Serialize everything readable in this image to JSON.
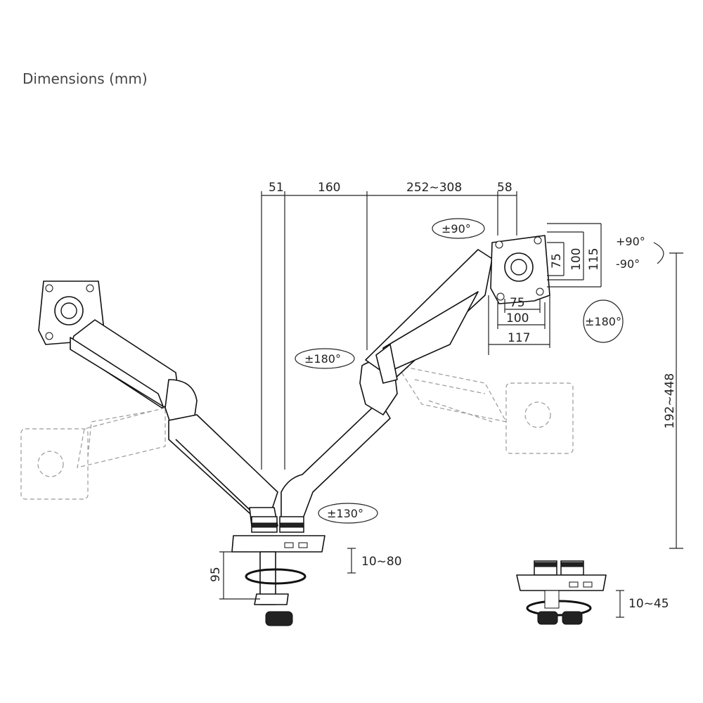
{
  "title": "Dimensions (mm)",
  "dimensions": {
    "top_a": "51",
    "top_b": "160",
    "top_c": "252~308",
    "top_d": "58",
    "vesa_h_75": "75",
    "vesa_h_100": "100",
    "vesa_h_117": "117",
    "vesa_v_75": "75",
    "vesa_v_100": "100",
    "vesa_v_115": "115",
    "height_range": "192~448",
    "clamp_height": "95",
    "clamp_range": "10~80",
    "grommet_range": "10~45"
  },
  "rotations": {
    "tilt": "±90°",
    "swivel_top": "±180°",
    "swivel_arm": "±180°",
    "base_swivel": "±130°",
    "pitch_up": "+90°",
    "pitch_down": "-90°"
  }
}
